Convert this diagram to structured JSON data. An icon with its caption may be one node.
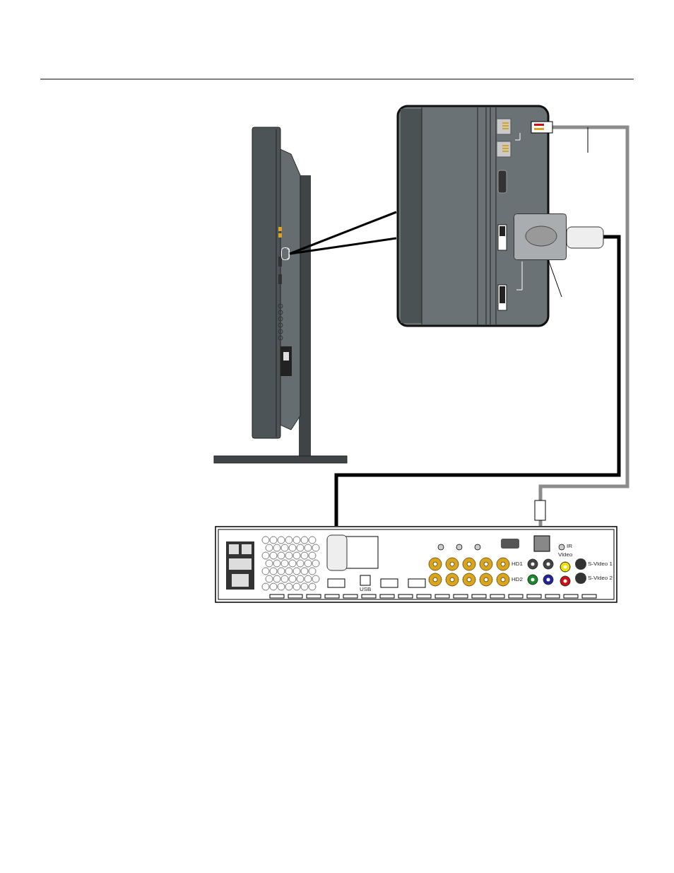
{
  "diagram": {
    "nodes": [
      {
        "text": [],
        "shape": "picture"
      },
      {
        "text": [],
        "shape": "box",
        "in": 0
      },
      {
        "text": [],
        "shape": "picture"
      },
      {
        "text": [],
        "shape": "box"
      },
      {
        "text": [],
        "shape": "picture"
      }
    ],
    "edges": [
      {
        "from": 1,
        "to": 2,
        "arrow": "none"
      },
      {
        "from": null,
        "to": 3,
        "arrow": "none"
      },
      {
        "from": 2,
        "to": 4,
        "arrow": "none",
        "color": "#8c8c8c"
      },
      {
        "from": 3,
        "to": 4,
        "arrow": "none",
        "color": "#000000"
      }
    ],
    "labels": [
      "USB",
      "IR",
      "Video",
      "HD1",
      "HD2",
      "S-Video 1",
      "S-Video 2"
    ]
  }
}
